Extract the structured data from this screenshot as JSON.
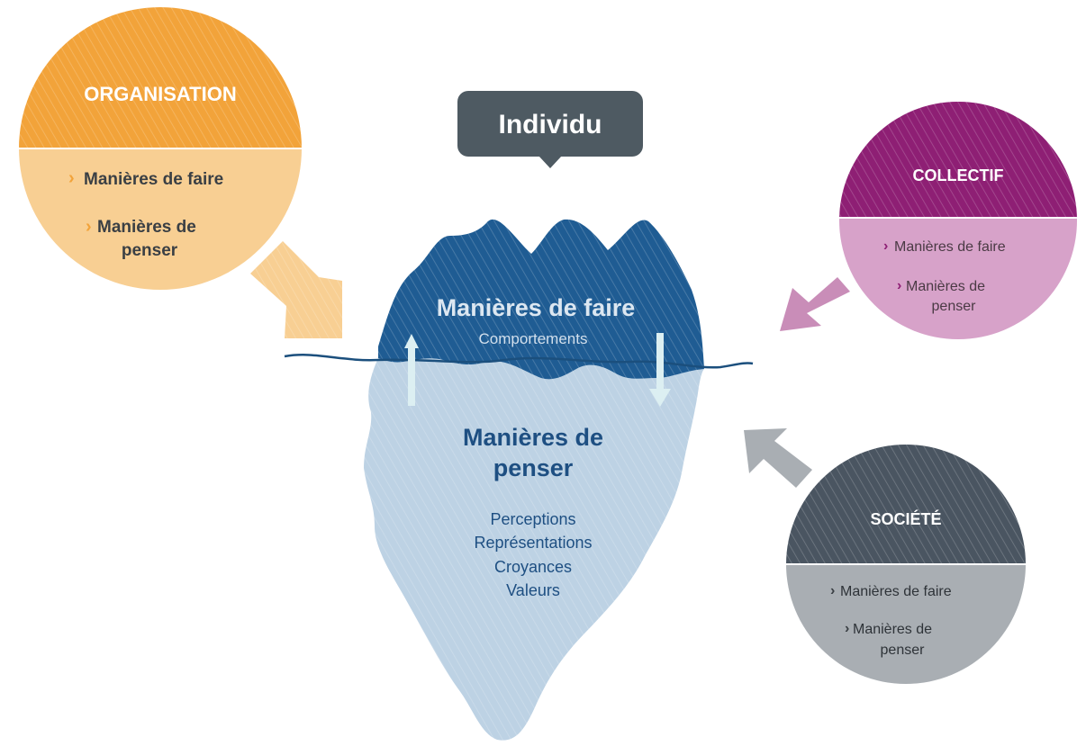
{
  "individu": {
    "label": "Individu"
  },
  "iceberg": {
    "top_title": "Manières de faire",
    "top_subtitle": "Comportements",
    "bottom_title_line1": "Manières de",
    "bottom_title_line2": "penser",
    "bottom_items": [
      "Perceptions",
      "Représentations",
      "Croyances",
      "Valeurs"
    ]
  },
  "circles": {
    "organisation": {
      "title": "ORGANISATION",
      "item1": "Manières de faire",
      "item2_line1": "Manières de",
      "item2_line2": "penser",
      "bullet": "›"
    },
    "collectif": {
      "title": "COLLECTIF",
      "item1": "Manières de faire",
      "item2_line1": "Manières de",
      "item2_line2": "penser",
      "bullet": "›"
    },
    "societe": {
      "title": "SOCIÉTÉ",
      "item1": "Manières de faire",
      "item2_line1": "Manières de",
      "item2_line2": "penser",
      "bullet": "›"
    }
  },
  "colors": {
    "organisation_dark": "#F2A33A",
    "organisation_light": "#F8CF93",
    "collectif_dark": "#8E1F74",
    "collectif_light": "#D7A2C9",
    "societe_dark": "#4A5561",
    "societe_light": "#A9AEB3",
    "iceberg_top": "#1F5C93",
    "iceberg_bottom": "#BDD2E4",
    "text_blue": "#1E4F82",
    "individu_bg": "#4E5A62"
  }
}
